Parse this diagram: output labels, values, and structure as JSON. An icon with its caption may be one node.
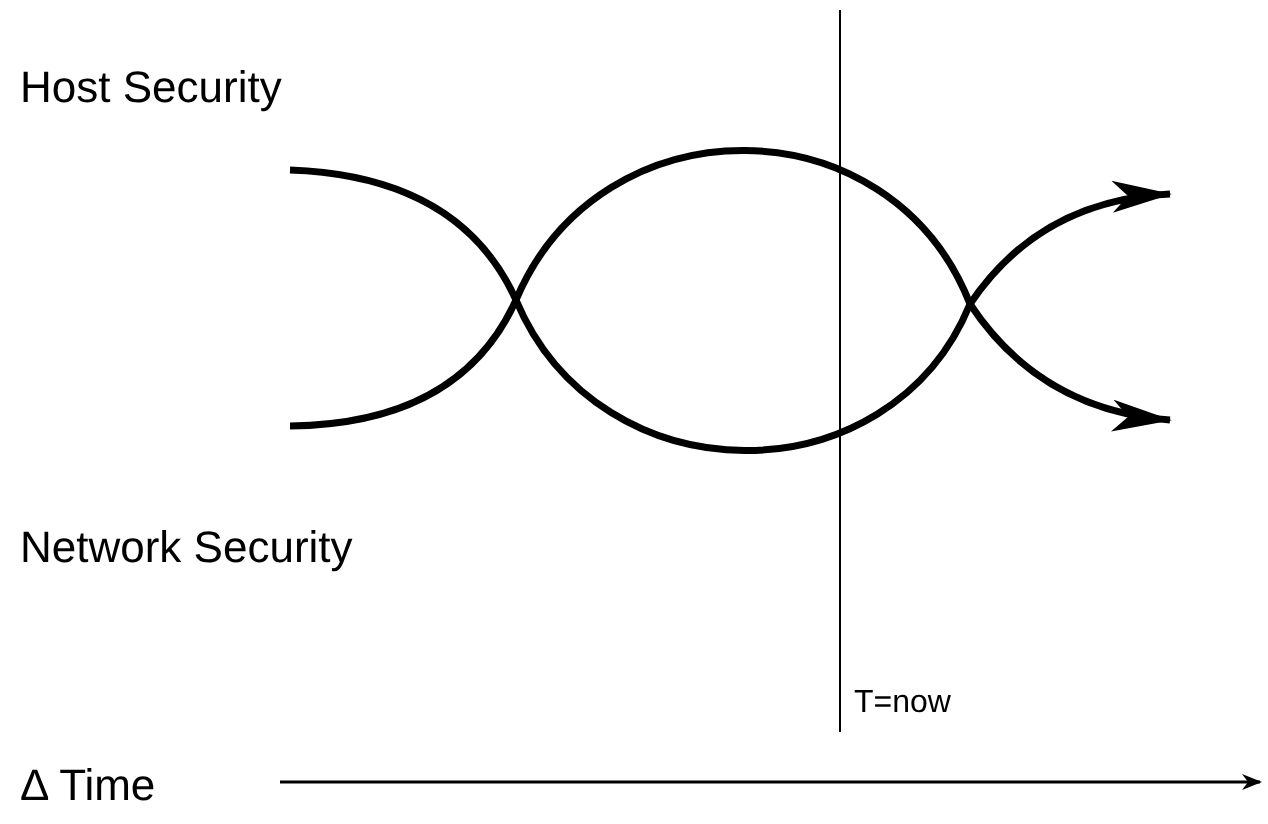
{
  "diagram": {
    "labels": [
      "Host Security",
      "Network Security",
      "T=now",
      "Δ Time"
    ]
  }
}
